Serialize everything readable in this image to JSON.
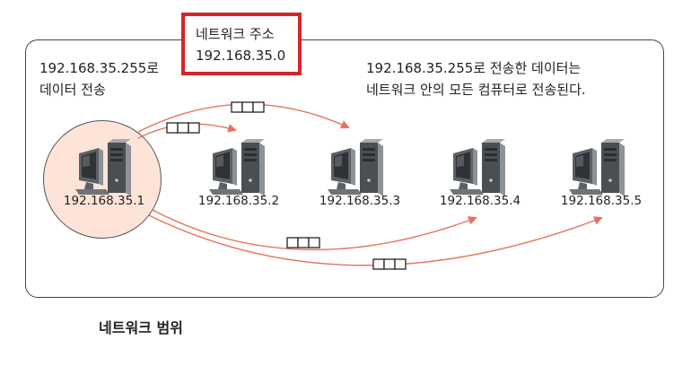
{
  "network_address_box": {
    "line1": "네트워크 주소",
    "line2": "192.168.35.0"
  },
  "sender_note": {
    "line1": "192.168.35.255로",
    "line2": "데이터 전송"
  },
  "broadcast_note": {
    "line1": "192.168.35.255로 전송한 데이터는",
    "line2": "네트워크 안의 모든 컴퓨터로 전송된다."
  },
  "computers": [
    {
      "ip": "192.168.35.1"
    },
    {
      "ip": "192.168.35.2"
    },
    {
      "ip": "192.168.35.3"
    },
    {
      "ip": "192.168.35.4"
    },
    {
      "ip": "192.168.35.5"
    }
  ],
  "network_range_label": "네트워크 범위",
  "colors": {
    "arrow": "#e8735a",
    "address_border": "#d6262b",
    "sender_fill": "#fde3d8"
  },
  "icons": [
    "desktop-computer-icon",
    "data-packet-icon"
  ]
}
